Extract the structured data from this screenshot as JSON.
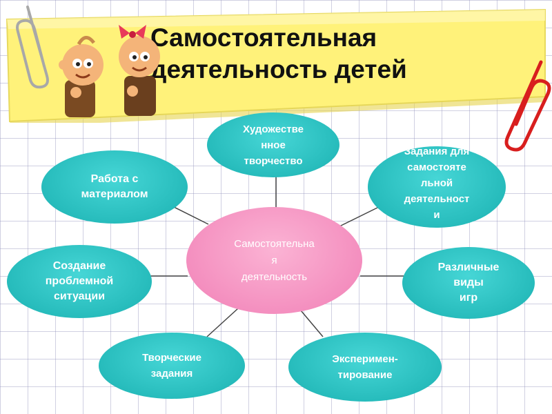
{
  "title": {
    "line1": "Самостоятельная",
    "line2": "деятельность детей"
  },
  "center": {
    "lines": [
      "Самостоятельна",
      "я",
      "деятельность"
    ]
  },
  "nodes": {
    "art": {
      "lines": [
        "Художестве",
        "нное",
        "творчество"
      ]
    },
    "material": {
      "lines": [
        "Работа с",
        "материалом"
      ]
    },
    "tasks": {
      "lines": [
        "Задания для",
        "самостояте",
        "льной",
        "деятельност",
        "и"
      ]
    },
    "problem": {
      "lines": [
        "Создание",
        "проблемной",
        "ситуации"
      ]
    },
    "games": {
      "lines": [
        "Различные",
        "виды",
        "игр"
      ]
    },
    "creative": {
      "lines": [
        "Творческие",
        "задания"
      ]
    },
    "experiment": {
      "lines": [
        "Эксперимен-",
        "тирование"
      ]
    }
  },
  "colors": {
    "teal": "#27bcbc",
    "pink": "#f48fbf",
    "banner": "#fff27a",
    "clip_red": "#d81e1e",
    "clip_silver": "#a8a8a8"
  },
  "icons": [
    "paperclip-icon",
    "paperclip-icon",
    "cartoon-kids-illustration"
  ]
}
